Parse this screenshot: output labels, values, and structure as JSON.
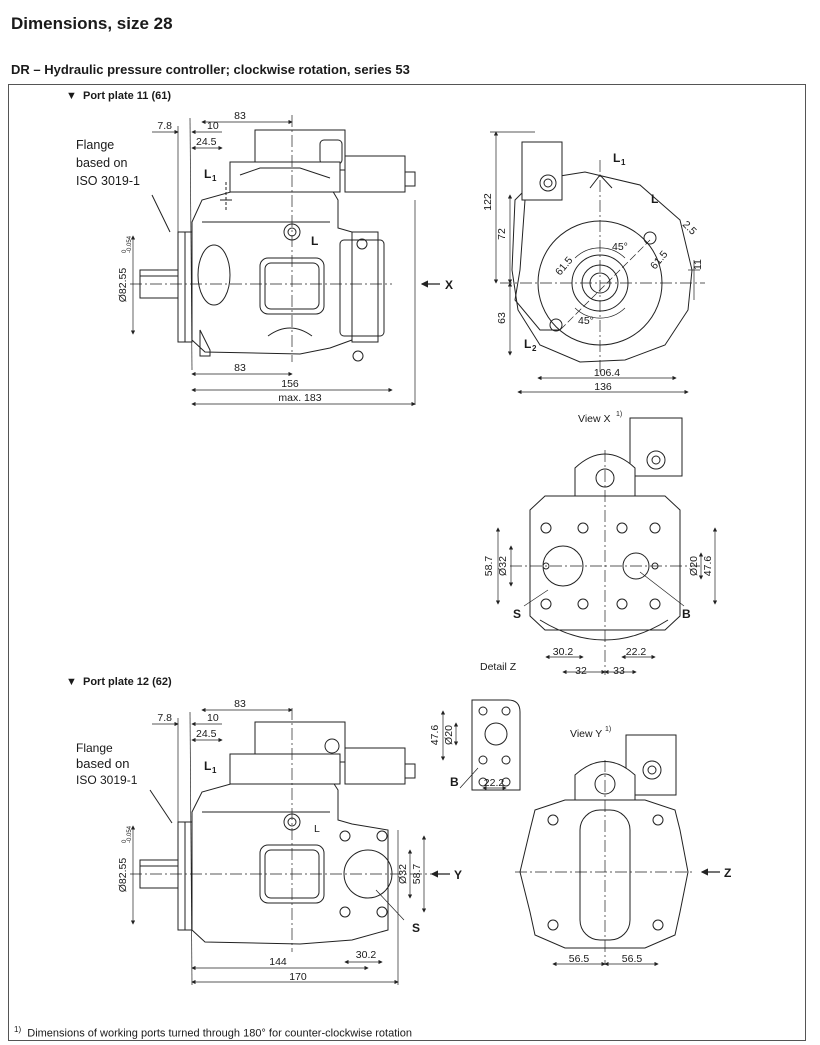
{
  "title": "Dimensions, size 28",
  "subtitle": "DR – Hydraulic pressure controller; clockwise rotation, series 53",
  "section1": {
    "heading": "Port plate 11 (61)",
    "flange_lines": [
      "Flange",
      "based on",
      "ISO 3019-1"
    ],
    "side_dims": {
      "d83_top": "83",
      "d7_8": "7.8",
      "d10": "10",
      "d24_5": "24.5",
      "d83_bottom": "83",
      "d156": "156",
      "dmax183": "max. 183",
      "dia": "Ø82.55",
      "dia_tol": "0",
      "dia_tol2": "-0.054"
    },
    "side_labels": {
      "L1": "L",
      "L1_sub": "1",
      "L": "L",
      "X": "X"
    },
    "front_dims": {
      "d122": "122",
      "d72": "72",
      "d63": "63",
      "d106_4": "106.4",
      "d136": "136",
      "d2_5": "2.5",
      "d11": "11",
      "d61_5a": "61.5",
      "d61_5b": "61.5",
      "a45a": "45°",
      "a45b": "45°"
    },
    "front_labels": {
      "L1": "L",
      "L1_sub": "1",
      "L": "L",
      "L2": "L",
      "L2_sub": "2"
    },
    "viewx": {
      "title": "View X",
      "note": "1)",
      "d58_7": "58.7",
      "d32": "Ø32",
      "d20": "Ø20",
      "d47_6": "47.6",
      "d30_2": "30.2",
      "d22_2": "22.2",
      "d32b": "32",
      "d33": "33",
      "S": "S",
      "B": "B"
    }
  },
  "section2": {
    "heading": "Port plate 12 (62)",
    "flange_lines": [
      "Flange",
      "based on",
      "ISO 3019-1"
    ],
    "side_dims": {
      "d83_top": "83",
      "d7_8": "7.8",
      "d10": "10",
      "d24_5": "24.5",
      "d144": "144",
      "d170": "170",
      "d30_2": "30.2",
      "dia": "Ø82.55",
      "dia_tol": "0",
      "dia_tol2": "-0.054",
      "d32": "Ø32",
      "d58_7": "58.7"
    },
    "side_labels": {
      "L1": "L",
      "L1_sub": "1",
      "L": "L",
      "Y": "Y",
      "S": "S"
    },
    "detailz": {
      "title": "Detail Z",
      "d47_6": "47.6",
      "d20": "Ø20",
      "d22_2": "22.2",
      "B": "B"
    },
    "viewy": {
      "title": "View Y",
      "note": "1)",
      "d56_5a": "56.5",
      "d56_5b": "56.5",
      "Z": "Z"
    }
  },
  "footnote": {
    "num": "1)",
    "text": "Dimensions of working ports turned through 180° for counter-clockwise rotation"
  }
}
